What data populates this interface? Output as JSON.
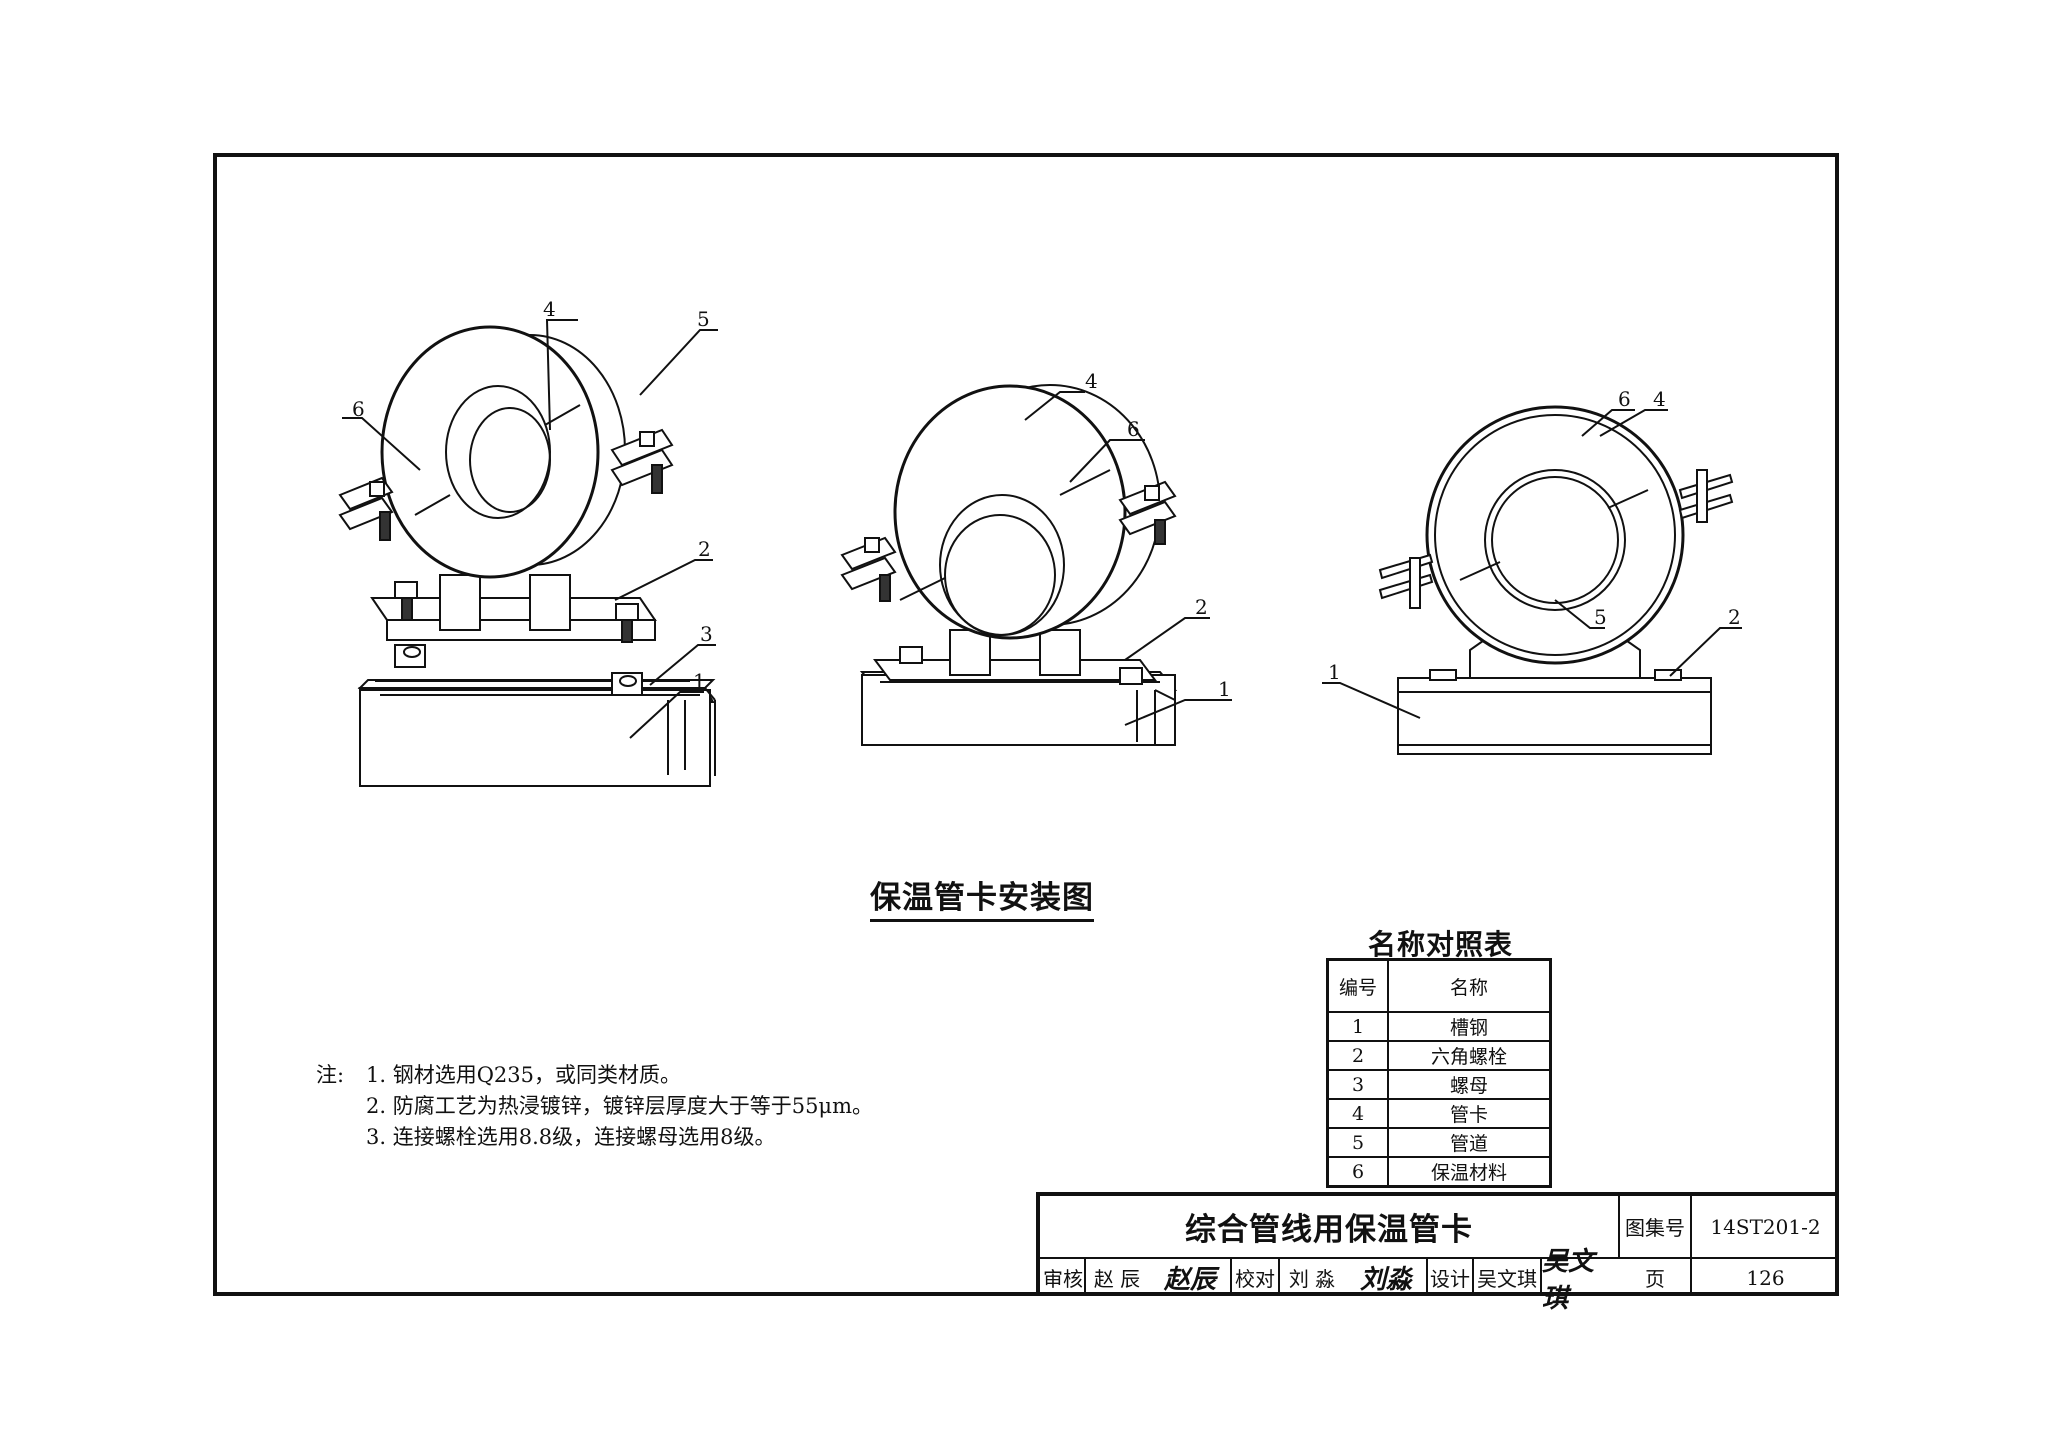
{
  "caption": "保温管卡安装图",
  "callouts": [
    "1",
    "2",
    "3",
    "4",
    "5",
    "6"
  ],
  "parts_table": {
    "title": "名称对照表",
    "headers": [
      "编号",
      "名称"
    ],
    "rows": [
      [
        "1",
        "槽钢"
      ],
      [
        "2",
        "六角螺栓"
      ],
      [
        "3",
        "螺母"
      ],
      [
        "4",
        "管卡"
      ],
      [
        "5",
        "管道"
      ],
      [
        "6",
        "保温材料"
      ]
    ]
  },
  "notes": {
    "label": "注:",
    "items": [
      "1. 钢材选用Q235，或同类材质。",
      "2. 防腐工艺为热浸镀锌，镀锌层厚度大于等于55μm。",
      "3. 连接螺栓选用8.8级，连接螺母选用8级。"
    ]
  },
  "title_block": {
    "title": "综合管线用保温管卡",
    "atlas_label": "图集号",
    "atlas_no": "14ST201-2",
    "page_label": "页",
    "page_no": "126",
    "review_label": "审核",
    "reviewer": "赵 辰",
    "reviewer_sig": "赵辰",
    "check_label": "校对",
    "checker": "刘 淼",
    "checker_sig": "刘淼",
    "design_label": "设计",
    "designer": "吴文琪",
    "designer_sig": "吴文琪"
  }
}
